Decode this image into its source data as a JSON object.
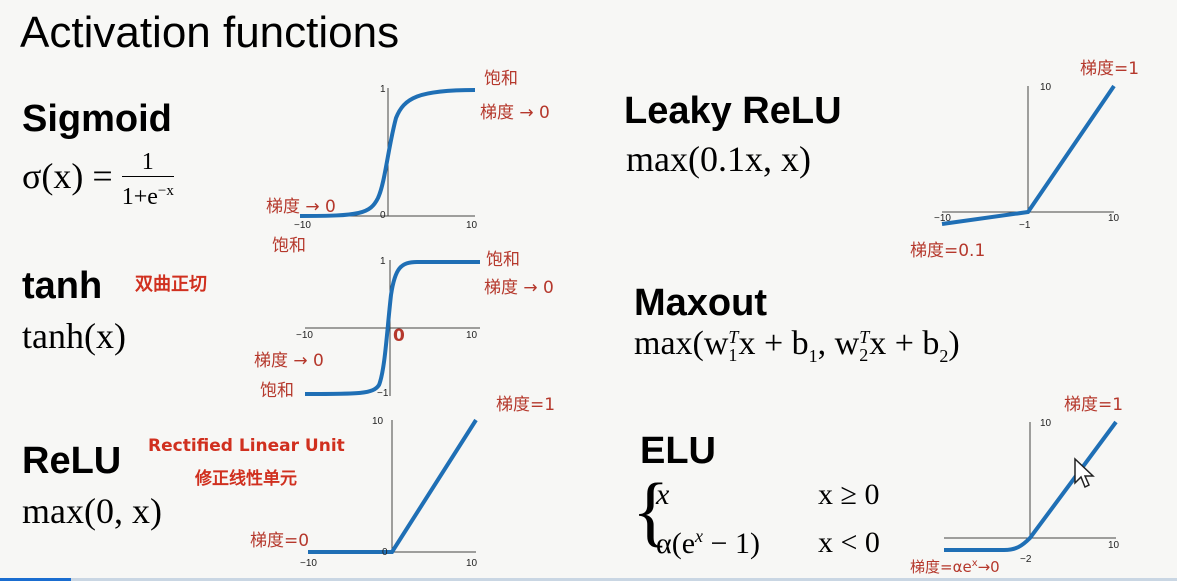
{
  "title": "Activation functions",
  "sigmoid": {
    "name": "Sigmoid",
    "lhs": "σ(x) =",
    "num": "1",
    "den": "1+e",
    "den_exp": "−x",
    "ticks": {
      "y_top": "1",
      "center": "0",
      "x_left": "−10",
      "x_right": "10"
    },
    "notes": {
      "top1": "饱和",
      "top2": "梯度 → 0",
      "left1": "梯度 → 0",
      "left2": "饱和"
    }
  },
  "tanh": {
    "name": "tanh",
    "formula": "tanh(x)",
    "note_cn": "双曲正切",
    "ticks": {
      "y_top": "1",
      "x_left": "−10",
      "x_right": "10",
      "y_bottom": "−1"
    },
    "zero_mark": "0",
    "notes": {
      "top1": "饱和",
      "top2": "梯度 → 0",
      "left1": "梯度 → 0",
      "left2": "饱和"
    }
  },
  "relu": {
    "name": "ReLU",
    "formula": "max(0, x)",
    "note_en": "Rectified Linear Unit",
    "note_cn": "修正线性单元",
    "ticks": {
      "y_top": "10",
      "center": "0",
      "x_left": "−10",
      "x_right": "10"
    },
    "notes": {
      "right": "梯度=1",
      "left": "梯度=0"
    }
  },
  "leaky": {
    "name": "Leaky ReLU",
    "formula": "max(0.1x, x)",
    "ticks": {
      "y_top": "10",
      "x_left": "−10",
      "center": "−1",
      "x_right": "10"
    },
    "notes": {
      "right": "梯度=1",
      "left": "梯度=0.1"
    }
  },
  "maxout": {
    "name": "Maxout",
    "formula_main": "max(w",
    "sup1": "T",
    "sub1": "1",
    "mid1": "x + b",
    "b_sub1": "1",
    "mid2": ", w",
    "sup2": "T",
    "sub2": "2",
    "mid3": "x + b",
    "b_sub2": "2",
    "end": ")"
  },
  "elu": {
    "name": "ELU",
    "case1_expr": "x",
    "case1_cond": "x ≥ 0",
    "case2_expr": "α(e",
    "case2_exp": "x",
    "case2_tail": " − 1)",
    "case2_cond": "x < 0",
    "ticks": {
      "y_top": "10",
      "x_right": "10",
      "center": "−2"
    },
    "notes": {
      "right": "梯度=1",
      "left": "梯度=αe"
    },
    "notes_left_sup": "x",
    "notes_left_tail": "→0"
  },
  "progress": 0.06,
  "colors": {
    "curve": "#1f6fb5",
    "annotation": "#b5382c",
    "progress": "#1a6dd0"
  }
}
